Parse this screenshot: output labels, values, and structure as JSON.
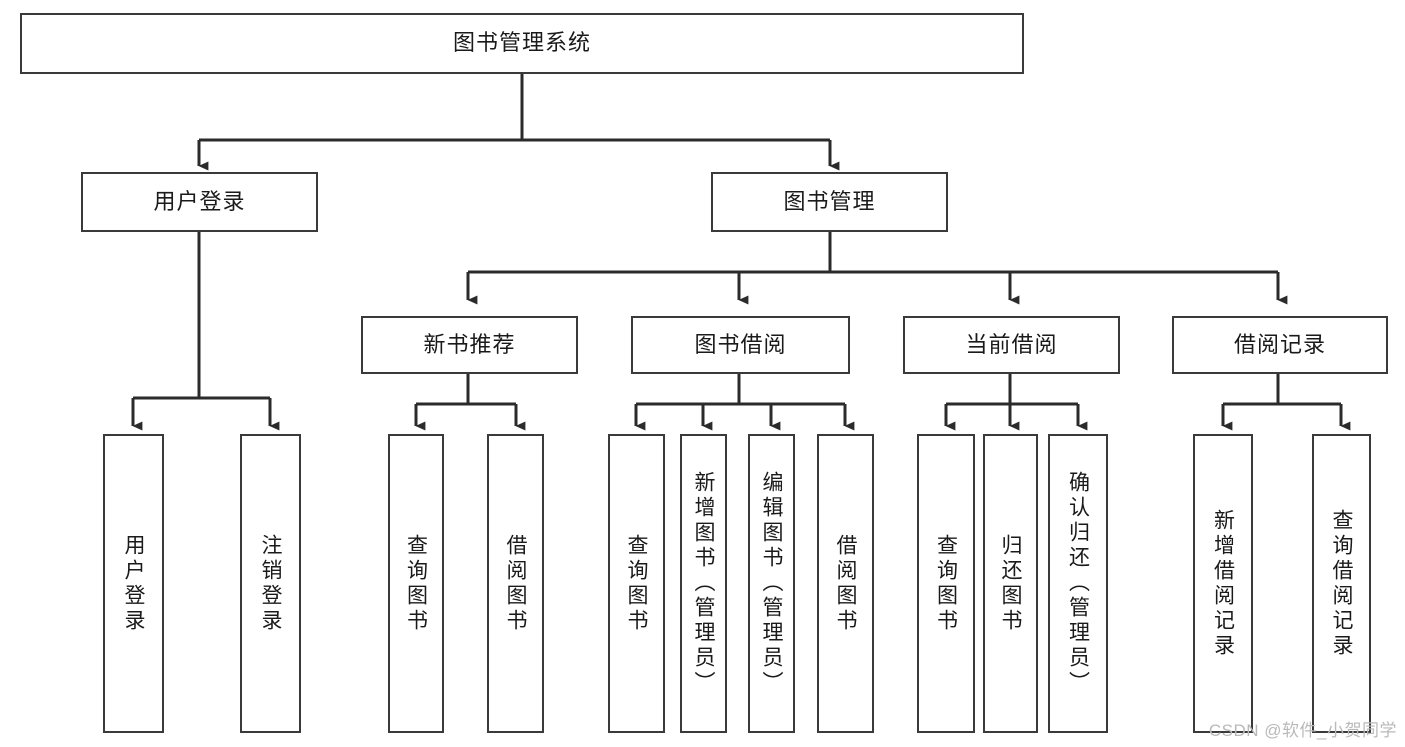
{
  "diagram": {
    "title": "图书管理系统",
    "type": "tree-hierarchy-diagram",
    "colors": {
      "box_border": "#3a3a3a",
      "box_fill": "#ffffff",
      "connector": "#2b2b2b",
      "text": "#1a1a1a",
      "watermark": "#b9b9b9",
      "background": "#ffffff"
    },
    "root": {
      "label": "图书管理系统"
    },
    "level2": [
      {
        "label": "用户登录"
      },
      {
        "label": "图书管理"
      }
    ],
    "level3": [
      {
        "label": "新书推荐"
      },
      {
        "label": "图书借阅"
      },
      {
        "label": "当前借阅"
      },
      {
        "label": "借阅记录"
      }
    ],
    "leaves": [
      {
        "label": "用户登录",
        "parent": "用户登录"
      },
      {
        "label": "注销登录",
        "parent": "用户登录"
      },
      {
        "label": "查询图书",
        "parent": "新书推荐"
      },
      {
        "label": "借阅图书",
        "parent": "新书推荐"
      },
      {
        "label": "查询图书",
        "parent": "图书借阅"
      },
      {
        "label": "新增图书（管理员）",
        "parent": "图书借阅"
      },
      {
        "label": "编辑图书（管理员）",
        "parent": "图书借阅"
      },
      {
        "label": "借阅图书",
        "parent": "图书借阅"
      },
      {
        "label": "查询图书",
        "parent": "当前借阅"
      },
      {
        "label": "归还图书",
        "parent": "当前借阅"
      },
      {
        "label": "确认归还（管理员）",
        "parent": "当前借阅"
      },
      {
        "label": "新增借阅记录",
        "parent": "借阅记录"
      },
      {
        "label": "查询借阅记录",
        "parent": "借阅记录"
      }
    ],
    "watermark": "CSDN @软件_小贺同学"
  }
}
